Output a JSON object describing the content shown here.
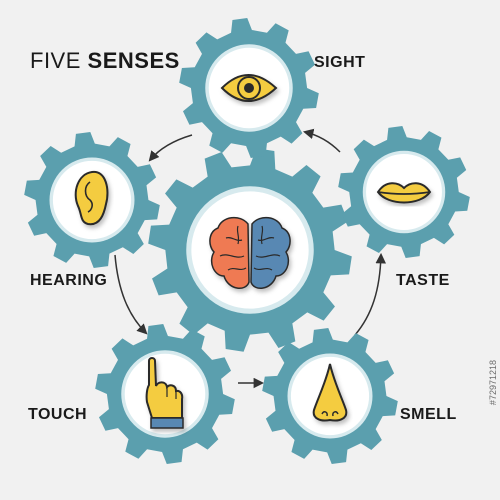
{
  "title": {
    "light": "FIVE",
    "bold": "SENSES"
  },
  "labels": {
    "sight": "SIGHT",
    "hearing": "HEARING",
    "taste": "TASTE",
    "touch": "TOUCH",
    "smell": "SMELL"
  },
  "stock_id": "#72971218",
  "colors": {
    "gear": "#5b9fae",
    "gear_rim": "#d7eaee",
    "icon_fill": "#f4cc40",
    "brain_left": "#ef7a52",
    "brain_right": "#5888b3",
    "outline": "#2b2b2b",
    "arrow": "#333333"
  },
  "icons": {
    "sight": "eye-icon",
    "hearing": "ear-icon",
    "taste": "lips-icon",
    "touch": "pointing-hand-icon",
    "smell": "nose-icon",
    "center": "brain-icon"
  }
}
